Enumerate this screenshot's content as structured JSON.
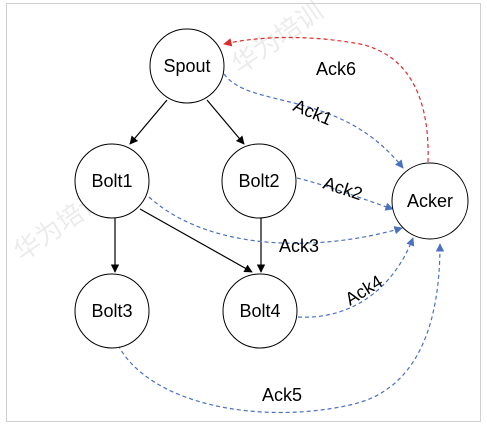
{
  "nodes": {
    "spout": "Spout",
    "bolt1": "Bolt1",
    "bolt2": "Bolt2",
    "bolt3": "Bolt3",
    "bolt4": "Bolt4",
    "acker": "Acker"
  },
  "acks": {
    "ack1": "Ack1",
    "ack2": "Ack2",
    "ack3": "Ack3",
    "ack4": "Ack4",
    "ack5": "Ack5",
    "ack6": "Ack6"
  },
  "watermark": {
    "text1": "华为培训认证",
    "text2": "华为培训"
  },
  "colors": {
    "ack_line": "#4a72c0",
    "ack6_line": "#e02b2b",
    "stream_line": "#000000"
  }
}
